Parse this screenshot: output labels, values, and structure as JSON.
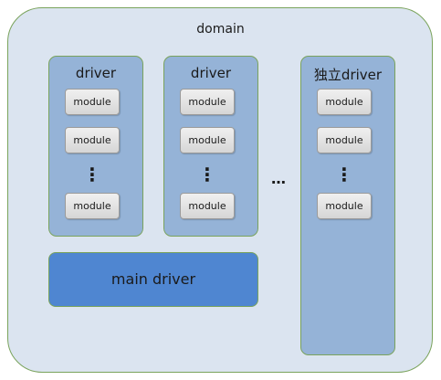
{
  "domain": {
    "label": "domain"
  },
  "drivers": [
    {
      "label": "driver",
      "modules": [
        "module",
        "module",
        "module"
      ],
      "ellipsis": "⋮"
    },
    {
      "label": "driver",
      "modules": [
        "module",
        "module",
        "module"
      ],
      "ellipsis": "⋮"
    },
    {
      "label": "独立driver",
      "modules": [
        "module",
        "module",
        "module"
      ],
      "ellipsis": "⋮"
    }
  ],
  "between_drivers_ellipsis": "…",
  "main_driver": {
    "label": "main driver"
  },
  "colors": {
    "domain_fill": "#dbe4f0",
    "driver_fill": "#95b3d7",
    "main_driver_fill": "#4f86d1",
    "border_green": "#7aa35c"
  }
}
